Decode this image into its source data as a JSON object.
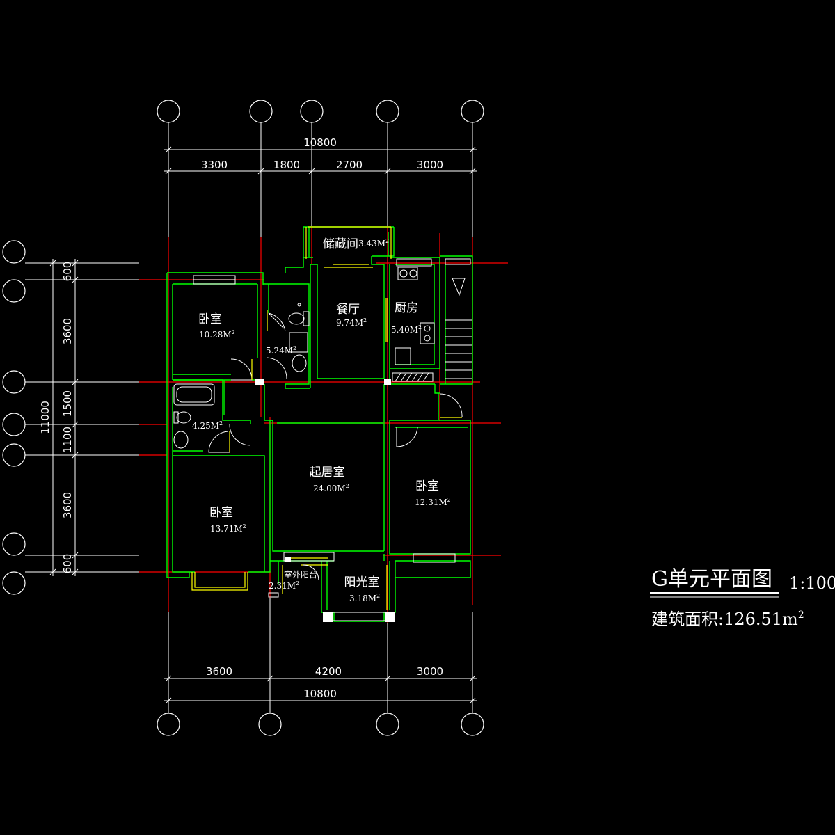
{
  "title": {
    "name": "G单元平面图",
    "scale": "1:100",
    "area_label": "建筑面积:126.51m",
    "area_sup": "2"
  },
  "dims": {
    "top_total": "10800",
    "top_1": "3300",
    "top_2": "1800",
    "top_3": "2700",
    "top_4": "3000",
    "bottom_1": "3600",
    "bottom_2": "4200",
    "bottom_3": "3000",
    "bottom_total": "10800",
    "left_total": "11000",
    "left_1": "600",
    "left_2": "3600",
    "left_3": "1500",
    "left_4": "1100",
    "left_5": "3600",
    "left_6": "600"
  },
  "rooms": {
    "storage": {
      "name": "储藏间",
      "area": "3.43M",
      "sup": "2"
    },
    "bedroom_nw": {
      "name": "卧室",
      "area": "10.28M",
      "sup": "2"
    },
    "bath_n": {
      "area": "5.24M",
      "sup": "2"
    },
    "dining": {
      "name": "餐厅",
      "area": "9.74M",
      "sup": "2"
    },
    "kitchen": {
      "name": "厨房",
      "area": "5.40M",
      "sup": "2"
    },
    "bath_w": {
      "area": "4.25M",
      "sup": "2"
    },
    "living": {
      "name": "起居室",
      "area": "24.00M",
      "sup": "2"
    },
    "bedroom_e": {
      "name": "卧室",
      "area": "12.31M",
      "sup": "2"
    },
    "bedroom_sw": {
      "name": "卧室",
      "area": "13.71M",
      "sup": "2"
    },
    "balcony": {
      "name": "室外阳台",
      "area": "2.31M",
      "sup": "2"
    },
    "sunroom": {
      "name": "阳光室",
      "area": "3.18M",
      "sup": "2"
    }
  },
  "colors": {
    "walls": "#00ff00",
    "grid": "#ff0000",
    "windows": "#ffff00",
    "lines": "#ffffff",
    "background": "#000000"
  }
}
